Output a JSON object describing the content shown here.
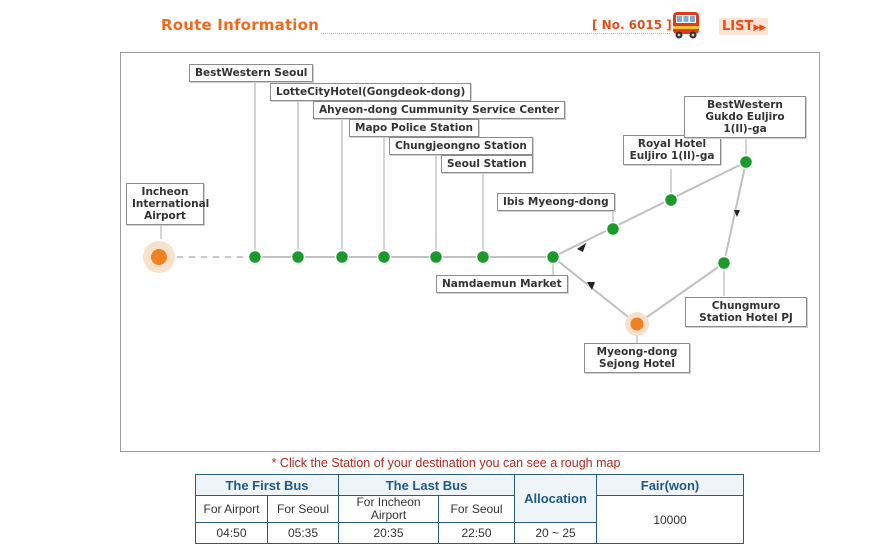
{
  "header": {
    "title": "Route Information",
    "route_no": "[ No. 6015 ]",
    "list_label": "LIST",
    "list_arrows": "▶▶"
  },
  "note": "* Click the Station of your destination you can see a rough map",
  "stations": [
    {
      "id": "incheon",
      "label": "Incheon International Airport"
    },
    {
      "id": "bestwestern-seoul",
      "label": "BestWestern Seoul"
    },
    {
      "id": "lottecity",
      "label": "LotteCityHotel(Gongdeok-dong)"
    },
    {
      "id": "ahyeon",
      "label": "Ahyeon-dong Cummunity Service Center"
    },
    {
      "id": "mapo",
      "label": "Mapo Police Station"
    },
    {
      "id": "chungjeongno",
      "label": "Chungjeongno Station"
    },
    {
      "id": "seoul-station",
      "label": "Seoul Station"
    },
    {
      "id": "namdaemun",
      "label": "Namdaemun Market"
    },
    {
      "id": "ibis",
      "label": "Ibis Myeong-dong"
    },
    {
      "id": "royal",
      "label": "Royal Hotel Euljiro 1(Il)-ga"
    },
    {
      "id": "gukdo",
      "label": "BestWestern Gukdo Euljiro 1(Il)-ga"
    },
    {
      "id": "chungmuro",
      "label": "Chungmuro Station Hotel PJ"
    },
    {
      "id": "sejong",
      "label": "Myeong-dong Sejong Hotel"
    }
  ],
  "schedule": {
    "first_bus": "The First Bus",
    "last_bus": "The Last Bus",
    "allocation": "Allocation",
    "fair": "Fair(won)",
    "for_airport": "For Airport",
    "for_seoul": "For Seoul",
    "for_incheon_airport": "For Incheon Airport",
    "for_seoul_2": "For Seoul",
    "first_airport": "04:50",
    "first_seoul": "05:35",
    "last_airport": "20:35",
    "last_seoul": "22:50",
    "allocation_value": "20 ~ 25",
    "fair_value": "10000"
  },
  "colors": {
    "title": "#f06a1e",
    "station_dot": "#1a9a2a",
    "terminal_dot": "#f08020",
    "table_header": "#1f5a86",
    "note": "#b0281e"
  }
}
